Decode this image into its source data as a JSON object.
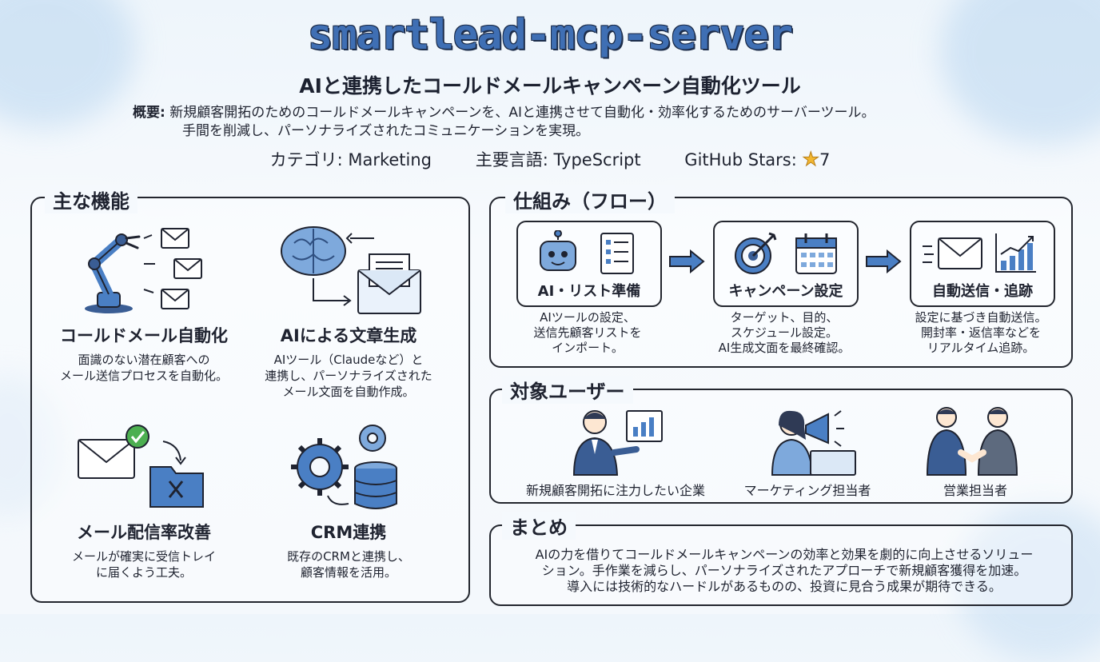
{
  "header": {
    "title": "smartlead-mcp-server",
    "subtitle": "AIと連携したコールドメールキャンペーン自動化ツール",
    "overview_label": "概要:",
    "overview_line1": "新規顧客開拓のためのコールドメールキャンペーンを、AIと連携させて自動化・効率化するためのサーバーツール。",
    "overview_line2": "手間を削減し、パーソナライズされたコミュニケーションを実現。",
    "category": "カテゴリ: Marketing",
    "language": "主要言語: TypeScript",
    "stars_label": "GitHub Stars:",
    "stars_value": "7"
  },
  "features": {
    "heading": "主な機能",
    "items": [
      {
        "title": "コールドメール自動化",
        "desc1": "面識のない潜在顧客への",
        "desc2": "メール送信プロセスを自動化。",
        "desc3": ""
      },
      {
        "title": "AIによる文章生成",
        "desc1": "AIツール（Claudeなど）と",
        "desc2": "連携し、パーソナライズされた",
        "desc3": "メール文面を自動作成。"
      },
      {
        "title": "メール配信率改善",
        "desc1": "メールが確実に受信トレイ",
        "desc2": "に届くよう工夫。",
        "desc3": ""
      },
      {
        "title": "CRM連携",
        "desc1": "既存のCRMと連携し、",
        "desc2": "顧客情報を活用。",
        "desc3": ""
      }
    ]
  },
  "flow": {
    "heading": "仕組み（フロー）",
    "steps": [
      {
        "label": "AI・リスト準備",
        "d1": "AIツールの設定、",
        "d2": "送信先顧客リストを",
        "d3": "インポート。",
        "d4": ""
      },
      {
        "label": "キャンペーン設定",
        "d1": "ターゲット、目的、",
        "d2": "スケジュール設定。",
        "d3": "AI生成文面を最終確認。",
        "d4": ""
      },
      {
        "label": "自動送信・追跡",
        "d1": "設定に基づき自動送信。",
        "d2": "開封率・返信率などを",
        "d3": "リアルタイム追跡。",
        "d4": ""
      }
    ]
  },
  "users": {
    "heading": "対象ユーザー",
    "items": [
      "新規顧客開拓に注力したい企業",
      "マーケティング担当者",
      "営業担当者"
    ]
  },
  "summary": {
    "heading": "まとめ",
    "line1": "AIの力を借りてコールドメールキャンペーンの効率と効果を劇的に向上させるソリュー",
    "line2": "ション。手作業を減らし、パーソナライズされたアプローチで新規顧客獲得を加速。",
    "line3": "導入には技術的なハードルがあるものの、投資に見合う成果が期待できる。"
  },
  "colors": {
    "accent": "#4a7fc4",
    "dark_blue": "#3a5d94",
    "green": "#4caf50"
  }
}
